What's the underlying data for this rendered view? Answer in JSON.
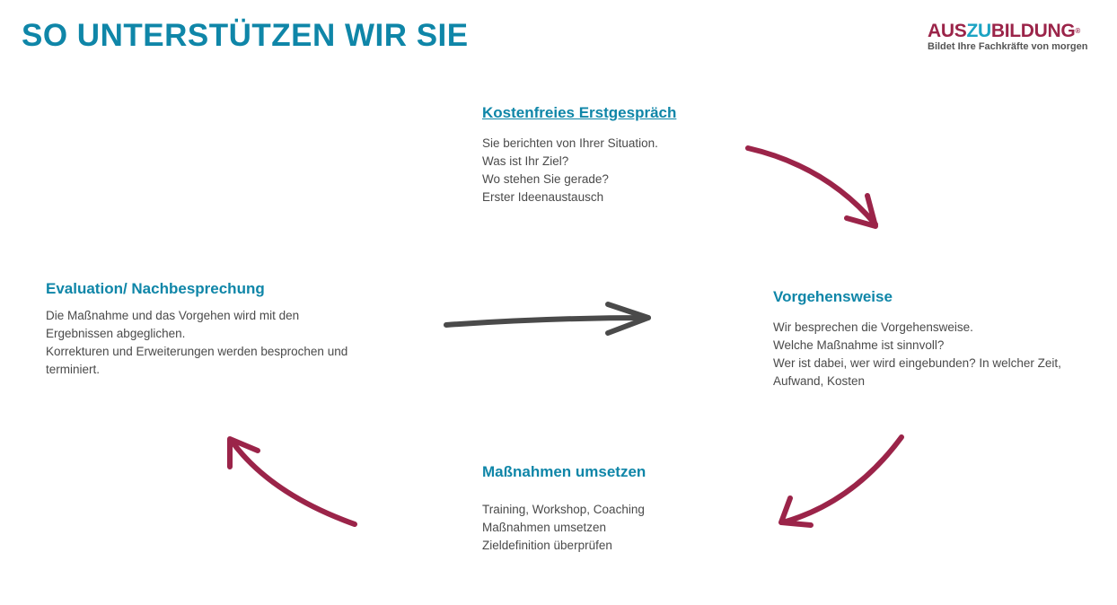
{
  "title": "SO UNTERSTÜTZEN WIR SIE",
  "logo": {
    "part1": "AUS",
    "part2": "ZU",
    "part3": "BILDUNG",
    "reg": "®",
    "tagline": "Bildet Ihre Fachkräfte von morgen"
  },
  "colors": {
    "accent": "#0f86a8",
    "arrow": "#9b2449",
    "arrow_gray": "#4a4a4a"
  },
  "steps": {
    "erstgespraech": {
      "heading": "Kostenfreies Erstgespräch",
      "lines": [
        "Sie berichten von Ihrer Situation.",
        "Was ist Ihr Ziel?",
        "Wo stehen Sie gerade?",
        "Erster Ideenaustausch"
      ]
    },
    "vorgehensweise": {
      "heading": "Vorgehensweise",
      "lines": [
        "Wir besprechen die Vorgehensweise.",
        "Welche Maßnahme ist sinnvoll?",
        "Wer ist dabei, wer wird eingebunden? In welcher Zeit,",
        "Aufwand, Kosten"
      ]
    },
    "umsetzen": {
      "heading": "Maßnahmen umsetzen",
      "lines": [
        "Training, Workshop, Coaching",
        "Maßnahmen umsetzen",
        "Zieldefinition überprüfen"
      ]
    },
    "evaluation": {
      "heading": "Evaluation/ Nachbesprechung",
      "lines": [
        "Die Maßnahme und das Vorgehen wird mit den",
        "Ergebnissen abgeglichen.",
        "Korrekturen und Erweiterungen werden besprochen und",
        "terminiert."
      ]
    }
  }
}
